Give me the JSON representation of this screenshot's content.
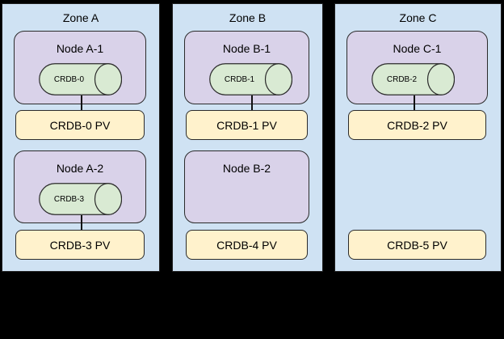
{
  "diagram": {
    "colors": {
      "background": "#000000",
      "zone_fill": "#cfe2f3",
      "node_fill": "#d9d2e9",
      "pod_fill": "#d9ead3",
      "pv_fill": "#fff2cc",
      "border": "#1f1f1f"
    },
    "zones": [
      {
        "label": "Zone A",
        "slots": [
          {
            "node_label": "Node A-1",
            "pod_label": "CRDB-0",
            "pv_label": "CRDB-0 PV"
          },
          {
            "node_label": "Node A-2",
            "pod_label": "CRDB-3",
            "pv_label": "CRDB-3 PV"
          }
        ]
      },
      {
        "label": "Zone B",
        "slots": [
          {
            "node_label": "Node B-1",
            "pod_label": "CRDB-1",
            "pv_label": "CRDB-1 PV"
          },
          {
            "node_label": "Node B-2",
            "pv_label": "CRDB-4 PV"
          }
        ]
      },
      {
        "label": "Zone C",
        "slots": [
          {
            "node_label": "Node C-1",
            "pod_label": "CRDB-2",
            "pv_label": "CRDB-2 PV"
          },
          {
            "pv_label": "CRDB-5 PV"
          }
        ]
      }
    ]
  }
}
